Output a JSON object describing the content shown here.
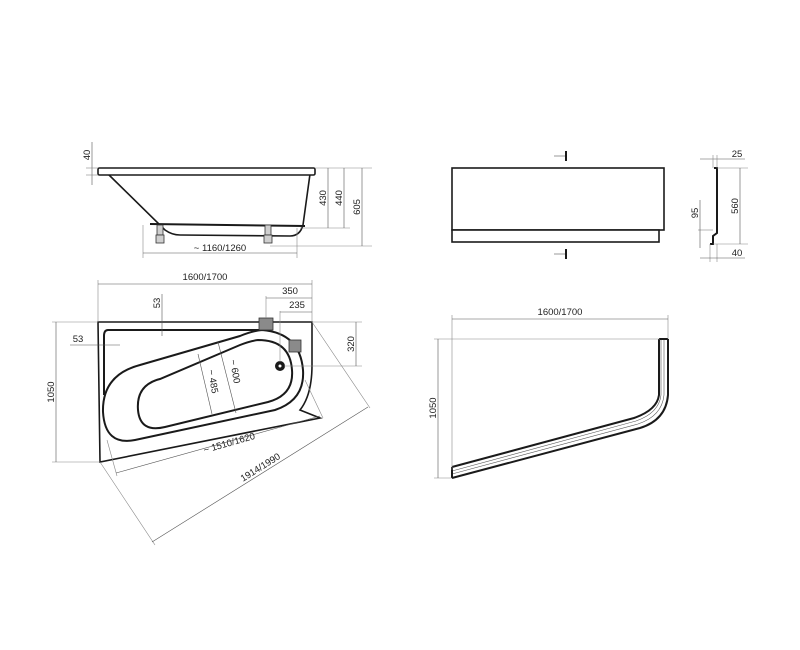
{
  "drawing": {
    "subject": "Corner bathtub with front panel - dimension drawing",
    "units": "mm",
    "colors": {
      "line": "#1a1a1a",
      "dimension_line": "#555555",
      "background": "#ffffff"
    }
  },
  "side_elevation": {
    "rim_thickness": "40",
    "inner_depth": "430",
    "depth_to_bottom": "440",
    "total_height": "605",
    "bottom_length": "~ 1160/1260"
  },
  "plan_view": {
    "length": "1600/1700",
    "width": "1050",
    "rim_top": "53",
    "rim_left": "53",
    "overflow_offset": "350",
    "drain_offset": "235",
    "drain_from_back": "320",
    "inner_width": "~ 485",
    "outer_width": "~ 600",
    "inner_length": "~ 1510/1620",
    "diagonal": "1914/1990"
  },
  "panel_front_view": {},
  "panel_section": {
    "top_return": "25",
    "height": "560",
    "plinth": "95",
    "bottom_return": "40"
  },
  "panel_plan_view": {
    "length": "1600/1700",
    "width": "1050"
  }
}
